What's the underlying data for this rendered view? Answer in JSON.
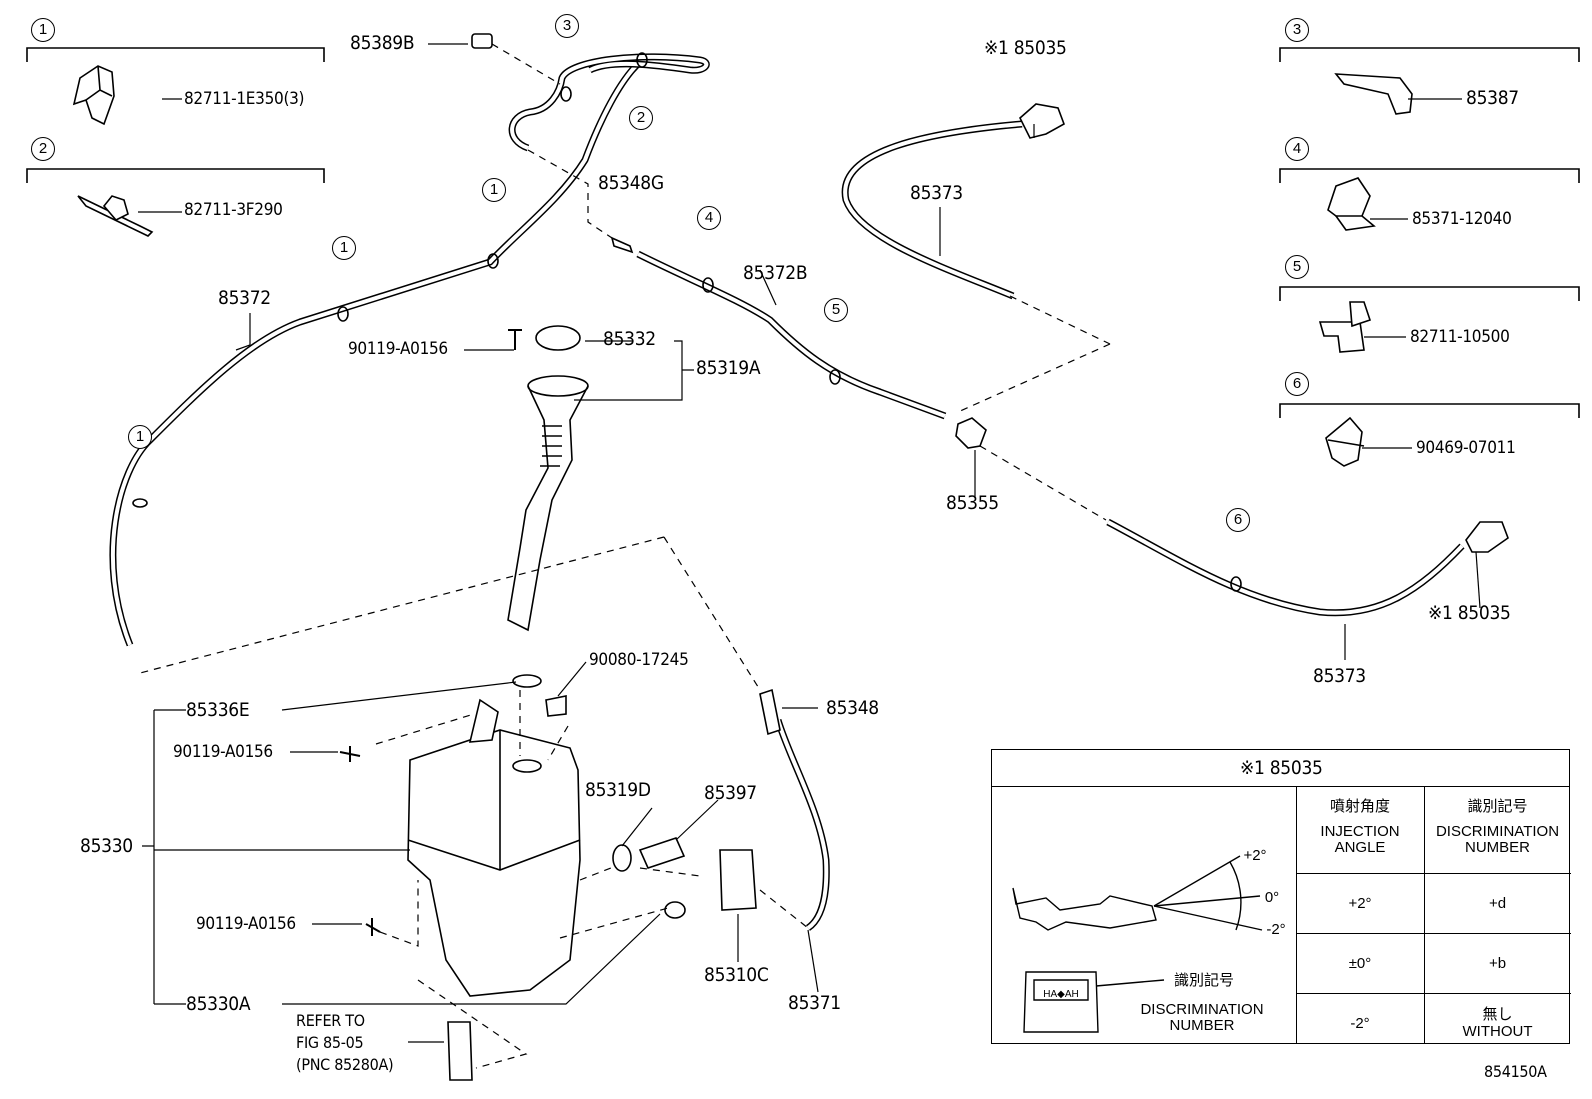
{
  "legend": {
    "groups": [
      {
        "num": "1",
        "part": "82711-1E350(3)"
      },
      {
        "num": "2",
        "part": "82711-3F290"
      },
      {
        "num": "3",
        "part": "85387"
      },
      {
        "num": "4",
        "part": "85371-12040"
      },
      {
        "num": "5",
        "part": "82711-10500"
      },
      {
        "num": "6",
        "part": "90469-07011"
      }
    ]
  },
  "labels": {
    "p85389B": "85389B",
    "p85348G": "85348G",
    "p85372": "85372",
    "p85372B": "85372B",
    "p85373_top": "85373",
    "p85373_bottom": "85373",
    "p85035_top": "※1 85035",
    "p85035_bottom": "※1 85035",
    "p85355": "85355",
    "p90119_a": "90119-A0156",
    "p90119_b": "90119-A0156",
    "p90119_c": "90119-A0156",
    "p85332": "85332",
    "p85319A": "85319A",
    "p90080": "90080-17245",
    "p85336E": "85336E",
    "p85348": "85348",
    "p85319D": "85319D",
    "p85397": "85397",
    "p85330": "85330",
    "p85310C": "85310C",
    "p85371": "85371",
    "p85330A": "85330A",
    "refer_line1": "REFER TO",
    "refer_line2": "FIG 85-05",
    "refer_line3": "(PNC 85280A)",
    "figure_code": "854150A"
  },
  "callouts": {
    "c3_hose": "3",
    "c2_hose": "2",
    "c1_a": "1",
    "c1_b": "1",
    "c1_c": "1",
    "c4_hose": "4",
    "c5_hose": "5",
    "c6_hose": "6"
  },
  "table": {
    "title": "※1 85035",
    "col_angle_jp": "噴射角度",
    "col_angle_en_1": "INJECTION",
    "col_angle_en_2": "ANGLE",
    "col_disc_jp": "識別記号",
    "col_disc_en_1": "DISCRIMINATION",
    "col_disc_en_2": "NUMBER",
    "rows": [
      {
        "angle": "+2°",
        "disc": "+d",
        "disc_en": ""
      },
      {
        "angle": "±0°",
        "disc": "+b",
        "disc_en": ""
      },
      {
        "angle": "-2°",
        "disc": "無し",
        "disc_en": "WITHOUT"
      }
    ],
    "fig_plus2": "+2°",
    "fig_0": "0°",
    "fig_minus2": "-2°",
    "fig_disc_jp": "識別記号",
    "fig_disc_en_1": "DISCRIMINATION",
    "fig_disc_en_2": "NUMBER",
    "fig_marking": "HA◆AH"
  }
}
